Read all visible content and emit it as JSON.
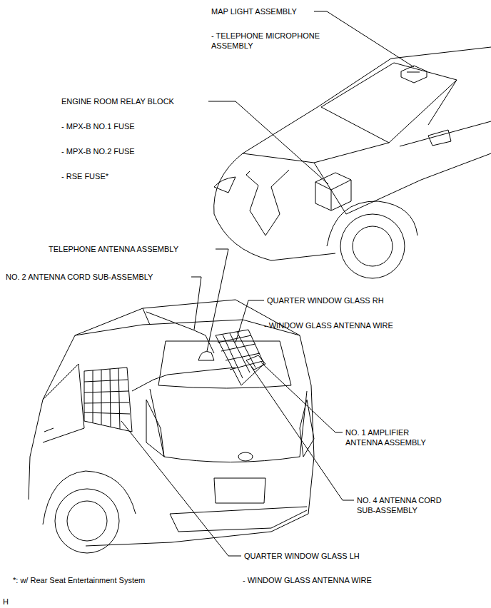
{
  "diagram": {
    "labels": [
      "MAP LIGHT ASSEMBLY",
      "- TELEPHONE MICROPHONE ASSEMBLY",
      "ENGINE ROOM RELAY BLOCK",
      "- MPX-B NO.1 FUSE",
      "- MPX-B NO.2 FUSE",
      "- RSE FUSE*",
      "TELEPHONE ANTENNA ASSEMBLY",
      "NO. 2 ANTENNA CORD SUB-ASSEMBLY",
      "QUARTER WINDOW GLASS RH",
      "- WINDOW GLASS ANTENNA WIRE",
      "NO. 1 AMPLIFIER ANTENNA ASSEMBLY",
      "NO. 4 ANTENNA CORD SUB-ASSEMBLY",
      "QUARTER WINDOW GLASS LH",
      "- WINDOW GLASS ANTENNA WIRE",
      "*: w/ Rear Seat Entertainment System",
      "H"
    ]
  }
}
